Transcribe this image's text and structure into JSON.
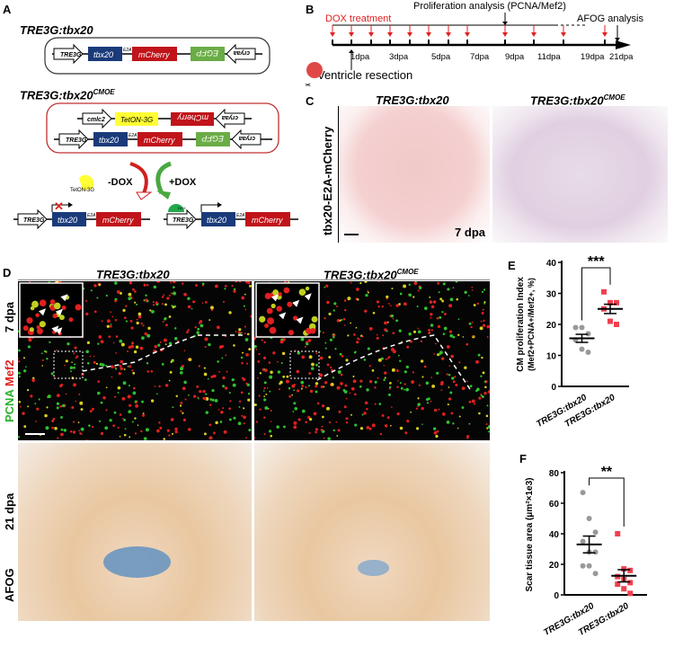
{
  "panels": {
    "a": "A",
    "b": "B",
    "c": "C",
    "d": "D",
    "e": "E",
    "f": "F"
  },
  "panelA": {
    "title1": "TRE3G:tbx20",
    "title2": "TRE3G:tbx20",
    "title2_sup": "CMOE",
    "elements": {
      "tre3g": "TRE3G",
      "tbx20": "tbx20",
      "e2a": "E2A",
      "mcherry": "mCherry",
      "egfp": "EGFP",
      "cryaa": "cryaa",
      "cmlc2": "cmlc2",
      "teton": "TetON-3G",
      "dox_small": "DOX"
    },
    "minus_dox": "-DOX",
    "plus_dox": "+DOX",
    "colors": {
      "tbx20": "#1a3a7a",
      "mcherry": "#c0141a",
      "egfp": "#6aac46",
      "teton": "#ffff33"
    }
  },
  "panelB": {
    "dox_treatment": "DOX treatment",
    "proliferation": "Proliferation analysis (PCNA/Mef2)",
    "afog": "AFOG analysis",
    "ticks": [
      "1dpa",
      "3dpa",
      "5dpa",
      "7dpa",
      "9dpa",
      "11dpa",
      "19dpa",
      "21dpa"
    ],
    "resection": "Ventricle resection"
  },
  "panelC": {
    "title_left": "TRE3G:tbx20",
    "title_right": "TRE3G:tbx20",
    "title_right_sup": "CMOE",
    "side": "tbx20-E2A-mCherry",
    "dpa": "7 dpa"
  },
  "panelD": {
    "title_left": "TRE3G:tbx20",
    "title_right": "TRE3G:tbx20",
    "title_right_sup": "CMOE",
    "row1_dpa": "7 dpa",
    "pcna": "PCNA",
    "mef2": "Mef2",
    "row2_dpa": "21 dpa",
    "afog": "AFOG"
  },
  "chart_data": [
    {
      "type": "scatter",
      "title": "",
      "ylabel": "CM proliferation Index",
      "ylabel2": "(Mef2+PCNA+/Mef2+, %)",
      "ylim": [
        0,
        40
      ],
      "yticks": [
        "0",
        "10",
        "20",
        "30",
        "40"
      ],
      "categories": [
        "TRE3G:tbx20",
        "TRE3G:tbx20CMOE"
      ],
      "series": [
        {
          "name": "TRE3G:tbx20",
          "values": [
            19,
            19,
            17,
            15,
            12,
            11
          ],
          "mean": 15.5,
          "sem": 1.3,
          "color": "#999999"
        },
        {
          "name": "TRE3G:tbx20CMOE",
          "values": [
            30.5,
            27,
            27,
            25,
            21,
            20
          ],
          "mean": 25,
          "sem": 1.5,
          "color": "#f04050"
        }
      ],
      "significance": "***"
    },
    {
      "type": "scatter",
      "title": "",
      "ylabel": "Scar tissue area (μm²×1e3)",
      "ylim": [
        0,
        80
      ],
      "yticks": [
        "0",
        "20",
        "40",
        "60",
        "80"
      ],
      "categories": [
        "TRE3G:tbx20",
        "TRE3G:tbx20CMOE"
      ],
      "series": [
        {
          "name": "TRE3G:tbx20",
          "values": [
            67,
            50,
            41,
            35,
            28,
            28,
            19,
            19,
            14
          ],
          "mean": 33,
          "sem": 5.5,
          "color": "#999999"
        },
        {
          "name": "TRE3G:tbx20CMOE",
          "values": [
            40,
            17,
            16,
            12,
            10,
            8,
            7,
            4,
            1
          ],
          "mean": 12.5,
          "sem": 4,
          "color": "#f04050"
        }
      ],
      "significance": "**"
    }
  ],
  "xlabels": {
    "g1": "TRE3G:tbx20",
    "g2": "TRE3G:tbx20",
    "g2_sup": "CMOE"
  }
}
